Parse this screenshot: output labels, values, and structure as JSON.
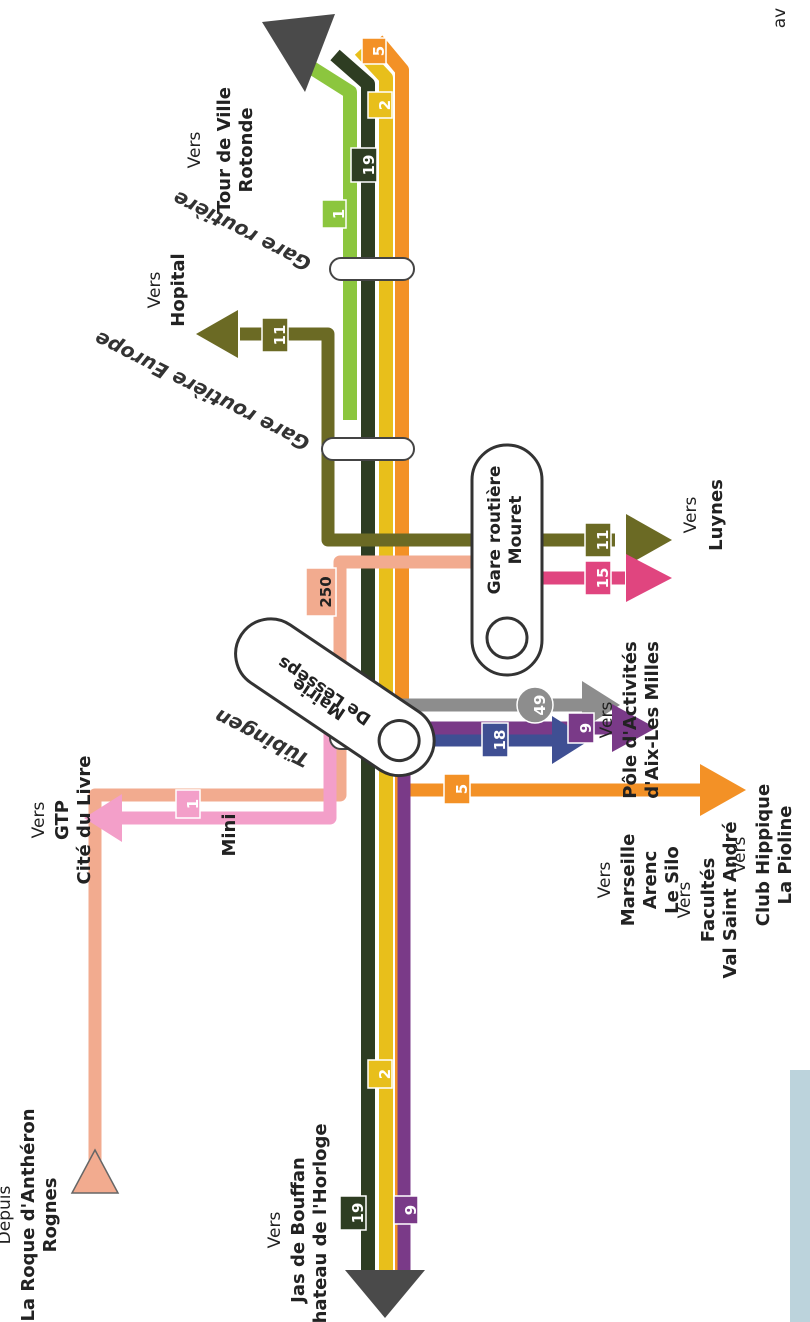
{
  "colors": {
    "line_1": "#8cc63e",
    "line_19": "#2e3d22",
    "line_2": "#e8bf1b",
    "line_5": "#f39126",
    "line_11": "#6b6a24",
    "line_250": "#f2ab8f",
    "line_15": "#e0457f",
    "line_18": "#3f4f93",
    "line_mini": "#f39fc9",
    "line_49": "#8d8d8d",
    "line_9": "#7a3a88",
    "terminal": "#4a4a4a"
  },
  "corner_text": "av",
  "lines": {
    "l1": "1",
    "l19": "19",
    "l2": "2",
    "l5": "5",
    "l11": "11",
    "l250": "250",
    "l15": "15",
    "l18": "18",
    "lmini": "1",
    "l49": "49",
    "l9": "9"
  },
  "stops": {
    "gare_routiere": "Gare routière",
    "gare_routiere_europe": "Gare routière Europe",
    "tubingen": "Tübingen",
    "de_lesseps": {
      "line1": "De Lesseps",
      "line2": "Mairie"
    },
    "mouret": {
      "line1": "Gare routière",
      "line2": "Mouret"
    }
  },
  "destinations": {
    "tour_de_ville": {
      "vers": "Vers",
      "name1": "Tour de Ville",
      "name2": "Rotonde"
    },
    "hopital": {
      "vers": "Vers",
      "name1": "Hopital"
    },
    "luynes": {
      "vers": "Vers",
      "name1": "Luynes"
    },
    "pole": {
      "vers": "Vers",
      "name1": "Pôle d'Activités",
      "name2": "d'Aix-Les Milles"
    },
    "club": {
      "vers": "Vers",
      "name1": "Club Hippique",
      "name2": "La Pioline"
    },
    "marseille": {
      "vers": "Vers",
      "name1": "Marseille",
      "name2": "Arenc",
      "name3": "Le Silo"
    },
    "facultes": {
      "vers": "Vers",
      "name1": "Facultés",
      "name2": "Val Saint André"
    },
    "gtp": {
      "vers": "Vers",
      "name1": "GTP",
      "name2": "Cité du Livre"
    },
    "mini": {
      "name1": "Mini"
    },
    "roque": {
      "vers": "Depuis",
      "name1": "La Roque d'Anthéron",
      "name2": "Rognes"
    },
    "jas": {
      "vers": "Vers",
      "name1": "Jas de Bouffan",
      "name2": "Chateau de l'Horloge"
    }
  }
}
